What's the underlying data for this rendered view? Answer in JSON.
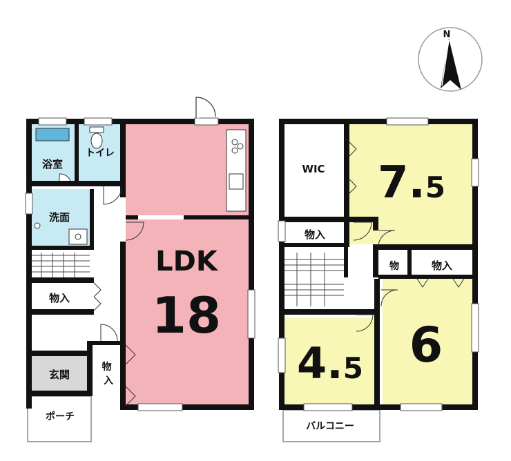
{
  "compass": {
    "letter": "N"
  },
  "rooms": {
    "bath": "浴室",
    "toilet": "トイレ",
    "washroom": "洗面",
    "storage_f1_a": "物入",
    "storage_f1_b": "物入",
    "entrance": "玄関",
    "porch": "ポーチ",
    "ldk_name": "LDK",
    "ldk_size": "18",
    "wic": "WIC",
    "room_75_big": "7.",
    "room_75_small": "5",
    "storage_f2_a": "物入",
    "storage_f2_b": "物",
    "storage_f2_c": "物入",
    "room_45_big": "4.",
    "room_45_small": "5",
    "room_6": "6",
    "balcony": "バルコニー"
  },
  "colors": {
    "ldk": "#f4b3b9",
    "bedroom": "#f9f7b6",
    "wet": "#c8eaf4",
    "entrance": "#d8d8d8",
    "wall": "#111111"
  }
}
